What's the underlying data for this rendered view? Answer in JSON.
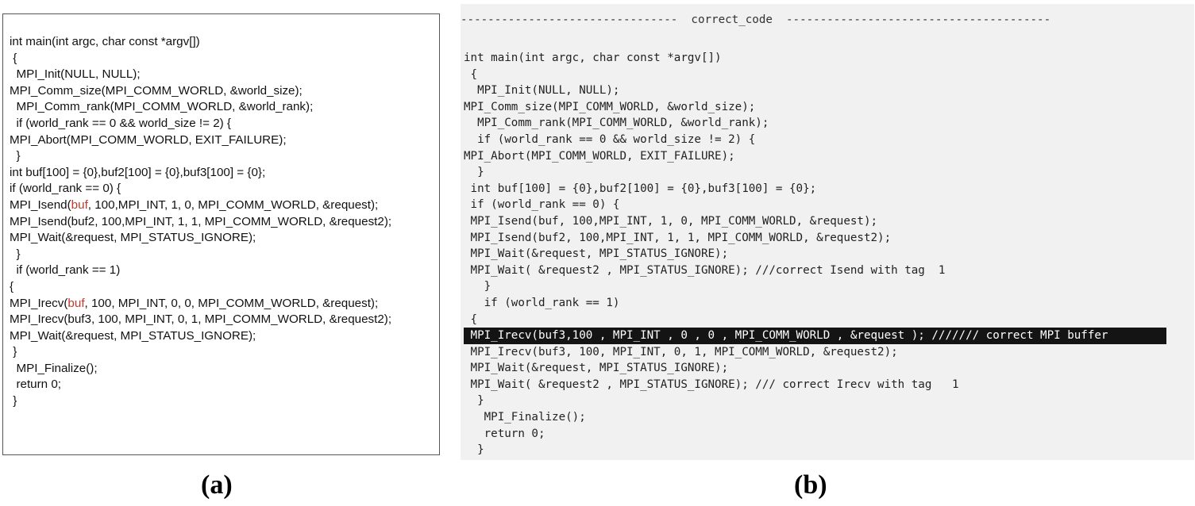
{
  "panel_a": {
    "lines": [
      [
        {
          "t": "int main(int argc, char const *argv[])"
        }
      ],
      [
        {
          "t": " {"
        }
      ],
      [
        {
          "t": "  MPI_Init(NULL, NULL);"
        }
      ],
      [
        {
          "t": "MPI_Comm_size(MPI_COMM_WORLD, &world_size);"
        }
      ],
      [
        {
          "t": "  MPI_Comm_rank(MPI_COMM_WORLD, &world_rank);"
        }
      ],
      [
        {
          "t": "  if (world_rank == 0 && world_size != 2) {"
        }
      ],
      [
        {
          "t": "MPI_Abort(MPI_COMM_WORLD, EXIT_FAILURE);"
        }
      ],
      [
        {
          "t": "  }"
        }
      ],
      [
        {
          "t": "int buf[100] = {0},buf2[100] = {0},buf3[100] = {0};"
        }
      ],
      [
        {
          "t": "if (world_rank == 0) {"
        }
      ],
      [
        {
          "t": "MPI_Isend("
        },
        {
          "t": "buf",
          "hl": true
        },
        {
          "t": ", 100,MPI_INT, 1, 0, MPI_COMM_WORLD, &request);"
        }
      ],
      [
        {
          "t": "MPI_Isend(buf2, 100,MPI_INT, 1, 1, MPI_COMM_WORLD, &request2);"
        }
      ],
      [
        {
          "t": "MPI_Wait(&request, MPI_STATUS_IGNORE);"
        }
      ],
      [
        {
          "t": "  }"
        }
      ],
      [
        {
          "t": "  if (world_rank == 1)"
        }
      ],
      [
        {
          "t": "{"
        }
      ],
      [
        {
          "t": "MPI_Irecv("
        },
        {
          "t": "buf",
          "hl": true
        },
        {
          "t": ", 100, MPI_INT, 0, 0, MPI_COMM_WORLD, &request);"
        }
      ],
      [
        {
          "t": "MPI_Irecv(buf3, 100, MPI_INT, 0, 1, MPI_COMM_WORLD, &request2);"
        }
      ],
      [
        {
          "t": "MPI_Wait(&request, MPI_STATUS_IGNORE);"
        }
      ],
      [
        {
          "t": " }"
        }
      ],
      [
        {
          "t": "  MPI_Finalize();"
        }
      ],
      [
        {
          "t": "  return 0;"
        }
      ],
      [
        {
          "t": " }"
        }
      ]
    ],
    "caption": "(a)"
  },
  "panel_b": {
    "header": "--------------------------------  correct_code  ---------------------------------------",
    "lines": [
      {
        "t": "int main(int argc, char const *argv[])"
      },
      {
        "t": " {"
      },
      {
        "t": "  MPI_Init(NULL, NULL);"
      },
      {
        "t": "MPI_Comm_size(MPI_COMM_WORLD, &world_size);"
      },
      {
        "t": "  MPI_Comm_rank(MPI_COMM_WORLD, &world_rank);"
      },
      {
        "t": "  if (world_rank == 0 && world_size != 2) {"
      },
      {
        "t": "MPI_Abort(MPI_COMM_WORLD, EXIT_FAILURE);"
      },
      {
        "t": "  }"
      },
      {
        "t": " int buf[100] = {0},buf2[100] = {0},buf3[100] = {0};"
      },
      {
        "t": " if (world_rank == 0) {"
      },
      {
        "t": " MPI_Isend(buf, 100,MPI_INT, 1, 0, MPI_COMM_WORLD, &request);"
      },
      {
        "t": " MPI_Isend(buf2, 100,MPI_INT, 1, 1, MPI_COMM_WORLD, &request2);"
      },
      {
        "t": " MPI_Wait(&request, MPI_STATUS_IGNORE);"
      },
      {
        "t": " MPI_Wait( &request2 , MPI_STATUS_IGNORE); ///correct Isend with tag  1"
      },
      {
        "t": "   }"
      },
      {
        "t": "   if (world_rank == 1)"
      },
      {
        "t": " {"
      },
      {
        "t": " MPI_Irecv(buf3,100 , MPI_INT , 0 , 0 , MPI_COMM_WORLD , &request ); /////// correct MPI buffer",
        "highlight": true
      },
      {
        "t": " MPI_Irecv(buf3, 100, MPI_INT, 0, 1, MPI_COMM_WORLD, &request2);"
      },
      {
        "t": " MPI_Wait(&request, MPI_STATUS_IGNORE);"
      },
      {
        "t": " MPI_Wait( &request2 , MPI_STATUS_IGNORE); /// correct Irecv with tag   1"
      },
      {
        "t": "  }"
      },
      {
        "t": "   MPI_Finalize();"
      },
      {
        "t": "   return 0;"
      },
      {
        "t": "  }"
      }
    ],
    "caption": "(b)"
  },
  "colors": {
    "highlight_text": "#c0392b",
    "highlight_bar": "#141414",
    "panel_b_background": "#f1f1f1"
  }
}
